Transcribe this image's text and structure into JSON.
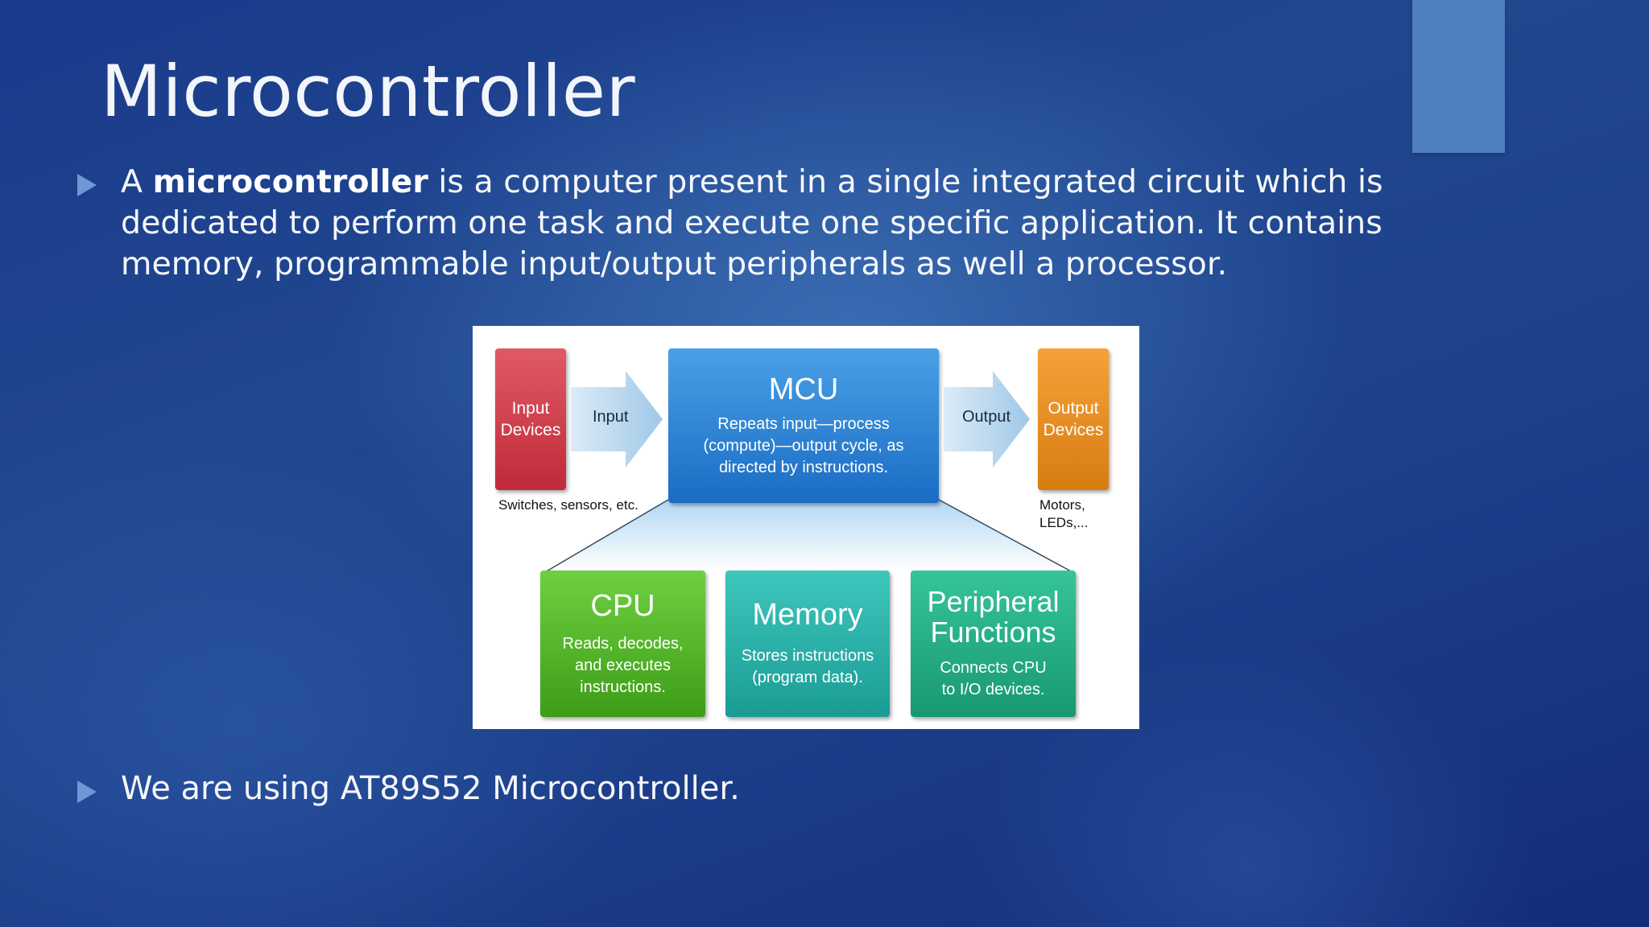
{
  "slide": {
    "title": "Microcontroller",
    "bullet1": {
      "lead": "A ",
      "bold": "microcontroller",
      "rest": " is a computer present in a single integrated circuit which is dedicated to perform one task and execute one specific application. It contains memory, programmable input/output peripherals as well a processor."
    },
    "bullet2": "We are using AT89S52 Microcontroller."
  },
  "diagram": {
    "input_devices": [
      "Input",
      "Devices"
    ],
    "input_arrow": "Input",
    "input_note": "Switches, sensors, etc.",
    "mcu_title": "MCU",
    "mcu_desc": [
      "Repeats input—process",
      "(compute)—output cycle, as",
      "directed by instructions."
    ],
    "output_arrow": "Output",
    "output_devices": [
      "Output",
      "Devices"
    ],
    "output_note": [
      "Motors,",
      "LEDs,..."
    ],
    "cpu_title": "CPU",
    "cpu_desc": [
      "Reads, decodes,",
      "and executes",
      "instructions."
    ],
    "memory_title": "Memory",
    "memory_desc": [
      "Stores instructions",
      "(program data)."
    ],
    "peripheral_title": [
      "Peripheral",
      "Functions"
    ],
    "peripheral_desc": [
      "Connects CPU",
      "to I/O devices."
    ]
  },
  "colors": {
    "background": "#1c3f8a",
    "accent_bar": "#4f7fbf",
    "bullet_arrow": "#6f97d6",
    "input_box": "#c02a38",
    "output_box": "#d87c10",
    "mcu_box": "#1a6cc4",
    "cpu_box": "#3e9c18",
    "memory_box": "#1a9c94",
    "peripheral_box": "#189872",
    "arrow_fill": "#b8d8ee"
  }
}
